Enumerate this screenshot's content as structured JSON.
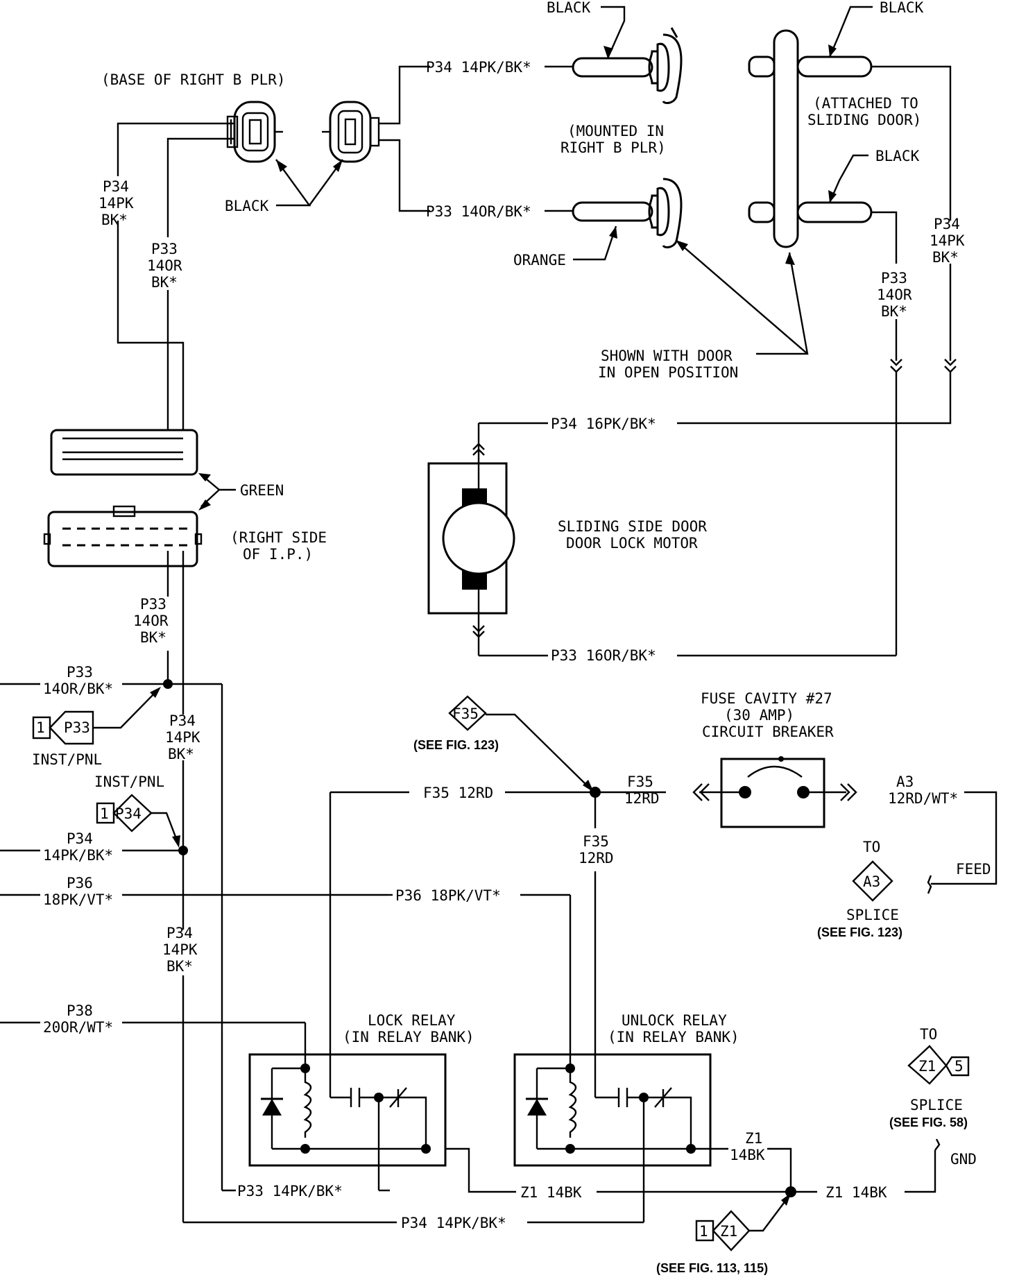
{
  "labels": {
    "black_top": "BLACK",
    "black_top_right": "BLACK",
    "black_mid_right": "BLACK",
    "base_right_b_plr": "(BASE OF RIGHT B PLR)",
    "p34_top": "P34 14PK/BK*",
    "p33_top": "P33 14OR/BK*",
    "attached_1": "(ATTACHED TO",
    "attached_2": "SLIDING DOOR)",
    "mounted_1": "(MOUNTED IN",
    "mounted_2": "RIGHT B PLR)",
    "black_conn": "BLACK",
    "orange": "ORANGE",
    "shown_1": "SHOWN WITH DOOR",
    "shown_2": "IN OPEN POSITION",
    "lv_p34_a": "P34",
    "lv_p34_b": "14PK",
    "lv_p34_c": "BK*",
    "lv_p33_a": "P33",
    "lv_p33_b": "14OR",
    "lv_p33_c": "BK*",
    "rv_p34_a": "P34",
    "rv_p34_b": "14PK",
    "rv_p34_c": "BK*",
    "rv_p33_a": "P33",
    "rv_p33_b": "14OR",
    "rv_p33_c": "BK*",
    "green": "GREEN",
    "right_side_1": "(RIGHT SIDE",
    "right_side_2": "OF I.P.)",
    "motor_p34": "P34 16PK/BK*",
    "motor_p33": "P33 16OR/BK*",
    "motor_1": "SLIDING SIDE DOOR",
    "motor_2": "DOOR LOCK MOTOR",
    "m_p33_a": "P33",
    "m_p33_b": "14OR",
    "m_p33_c": "BK*",
    "j_p33_a": "P33",
    "j_p33_b": "14OR/BK*",
    "conn_p33": "P33",
    "conn_1": "1",
    "inst_pnl_1": "INST/PNL",
    "j_p34_a": "P34",
    "j_p34_b": "14PK",
    "j_p34_c": "BK*",
    "inst_pnl_2": "INST/PNL",
    "conn_p34": "P34",
    "conn_1b": "1",
    "l_p34_a": "P34",
    "l_p34_b": "14PK/BK*",
    "l_p36_a": "P36",
    "l_p36_b": "18PK/VT*",
    "d_p34_a": "P34",
    "d_p34_b": "14PK",
    "d_p34_c": "BK*",
    "l_p38_a": "P38",
    "l_p38_b": "20OR/WT*",
    "f35_diamond": "F35",
    "see_123_a": "(SEE FIG. 123)",
    "fuse_1": "FUSE CAVITY #27",
    "fuse_2": "(30 AMP)",
    "fuse_3": "CIRCUIT BREAKER",
    "f35_12rd_h": "F35 12RD",
    "f35_a": "F35",
    "f35_b": "12RD",
    "f35_c": "F35",
    "f35_d": "12RD",
    "a3_a": "A3",
    "a3_b": "12RD/WT*",
    "to_1": "TO",
    "a3_diamond": "A3",
    "feed": "FEED",
    "splice_1": "SPLICE",
    "see_123_b": "(SEE FIG. 123)",
    "p36_h": "P36 18PK/VT*",
    "lock_1": "LOCK RELAY",
    "lock_2": "(IN RELAY BANK)",
    "unlock_1": "UNLOCK RELAY",
    "unlock_2": "(IN RELAY BANK)",
    "to_2": "TO",
    "z1_diamond": "Z1",
    "z1_5": "5",
    "splice_2": "SPLICE",
    "see_58": "(SEE FIG. 58)",
    "z1_a": "Z1",
    "z1_b": "14BK",
    "gnd": "GND",
    "p33_bottom": "P33 14PK/BK*",
    "z1_14bk_mid": "Z1 14BK",
    "z1_14bk_right": "Z1 14BK",
    "p34_bottom": "P34 14PK/BK*",
    "z1_conn": "Z1",
    "conn_1c": "1",
    "see_113": "(SEE FIG. 113, 115)"
  }
}
